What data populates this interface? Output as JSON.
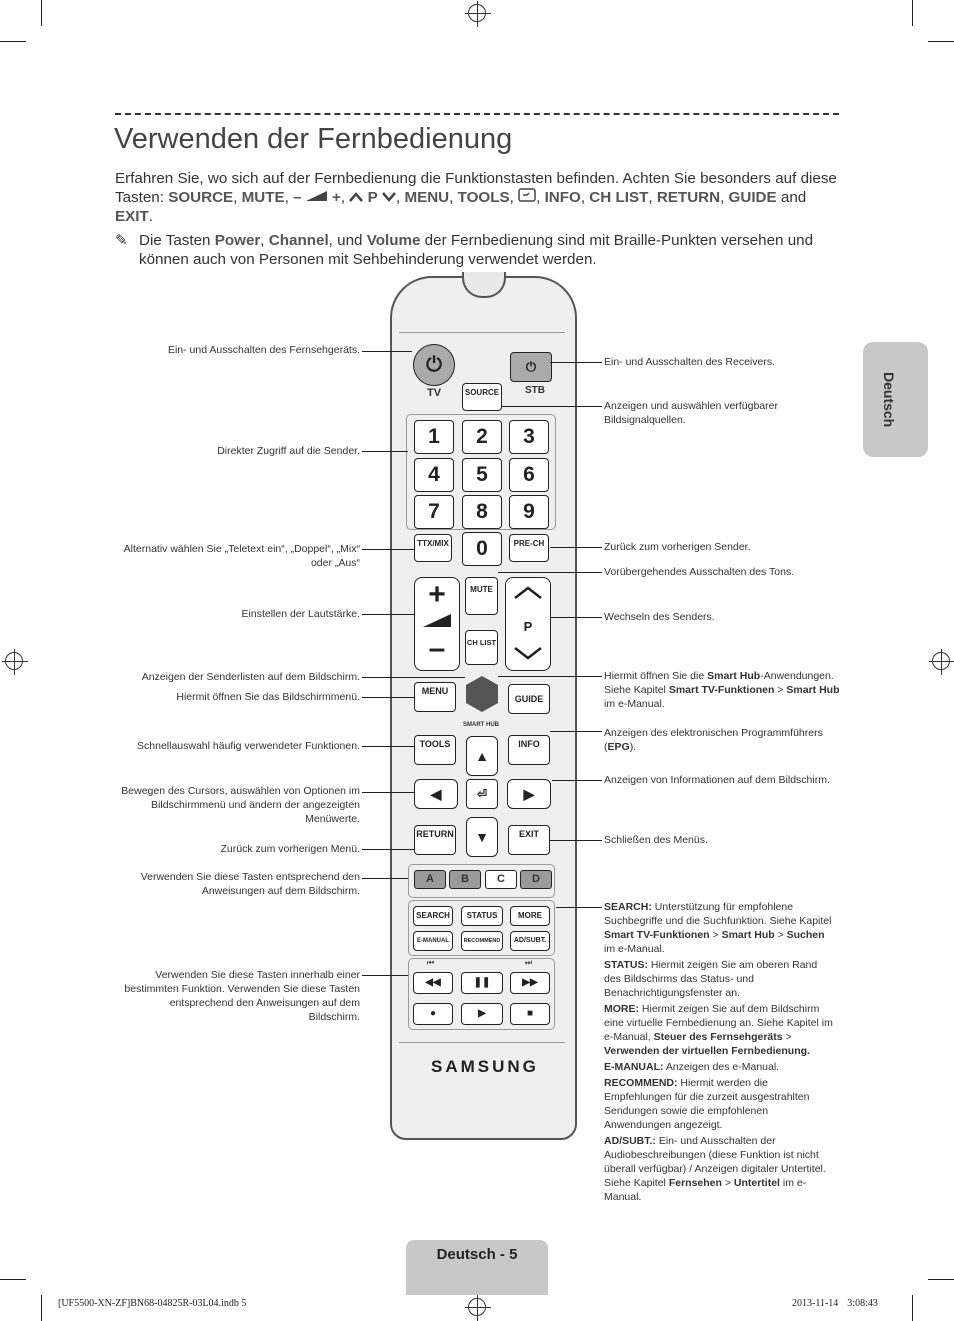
{
  "page": {
    "title": "Verwenden der Fernbedienung",
    "intro_text": "Erfahren Sie, wo sich auf der Fernbedienung die Funktionstasten befinden. Achten Sie besonders auf diese Tasten:",
    "intro_keys": [
      "SOURCE",
      "MUTE",
      "–",
      "+",
      "P",
      "MENU",
      "TOOLS",
      "INFO",
      "CH LIST",
      "RETURN",
      "GUIDE",
      "EXIT"
    ],
    "intro_and": "and",
    "note_icon": "pencil-note-icon",
    "note_pre": "Die Tasten",
    "note_keys": [
      "Power",
      "Channel",
      "Volume"
    ],
    "note_und": "und",
    "note_post": "der Fernbedienung sind mit Braille-Punkten versehen und können auch von Personen mit Sehbehinderung verwendet werden.",
    "side_tab": "Deutsch",
    "footer_label": "Deutsch - 5",
    "footer_file": "[UF5500-XN-ZF]BN68-04825R-03L04.indb   5",
    "footer_date": "2013-11-14      3:08:43"
  },
  "remote": {
    "tv_label": "TV",
    "stb_label": "STB",
    "source": "SOURCE",
    "digits": [
      "1",
      "2",
      "3",
      "4",
      "5",
      "6",
      "7",
      "8",
      "9"
    ],
    "zero": "0",
    "ttx": "TTX/MIX",
    "prech": "PRE-CH",
    "mute": "MUTE",
    "chlist": "CH LIST",
    "p": "P",
    "menu": "MENU",
    "smarthub": "SMART HUB",
    "guide": "GUIDE",
    "tools": "TOOLS",
    "info": "INFO",
    "return": "RETURN",
    "exit": "EXIT",
    "colors": [
      "A",
      "B",
      "C",
      "D"
    ],
    "color_fills": [
      "#d9383a",
      "#4c9a3c",
      "#e7c33a",
      "#2f63b3"
    ],
    "fn": [
      "SEARCH",
      "STATUS",
      "MORE",
      "E-MANUAL",
      "RECOMMEND",
      "AD/SUBT."
    ],
    "brand": "SAMSUNG"
  },
  "labels_left": [
    "Ein- und Ausschalten des Fernsehgeräts.",
    "Direkter Zugriff auf die Sender.",
    "Alternativ wählen Sie „Teletext ein“, „Doppel“, „Mix“ oder „Aus“",
    "Einstellen der Lautstärke.",
    "Anzeigen der Senderlisten auf dem Bildschirm.",
    "Hiermit öffnen Sie das Bildschirmmenü.",
    "Schnellauswahl häufig verwendeter Funktionen.",
    "Bewegen des Cursors, auswählen von Optionen im Bildschirmmenü und ändern der angezeigten Menüwerte.",
    "Zurück zum vorherigen Menü.",
    "Verwenden Sie diese Tasten entsprechend den Anweisungen auf dem Bildschirm.",
    "Verwenden Sie diese Tasten innerhalb einer bestimmten Funktion. Verwenden Sie diese Tasten entsprechend den Anweisungen auf dem Bildschirm."
  ],
  "labels_right": {
    "power_stb": "Ein- und Ausschalten des Receivers.",
    "source": "Anzeigen und auswählen verfügbarer Bildsignalquellen.",
    "prech": "Zurück zum vorherigen Sender.",
    "mute": "Vorübergehendes Ausschalten des Tons.",
    "channel": "Wechseln des Senders.",
    "smarthub_a": "Hiermit öffnen Sie die",
    "smarthub_b": "Smart Hub",
    "smarthub_c": "-Anwendungen. Siehe Kapitel",
    "smarthub_d": "Smart TV-Funktionen",
    "smarthub_e": ">",
    "smarthub_f": "Smart Hub",
    "smarthub_g": "im e-Manual.",
    "guide_a": "Anzeigen des elektronischen Programmführers (",
    "guide_b": "EPG",
    "guide_c": ").",
    "info": "Anzeigen von Informationen auf dem Bildschirm.",
    "exit": "Schließen des Menüs.",
    "search_k": "SEARCH:",
    "search_t": "Unterstützung für empfohlene Suchbegriffe und die Suchfunktion. Siehe Kapitel",
    "search_b1": "Smart TV-Funktionen",
    "search_b2": "Smart Hub",
    "search_b3": "Suchen",
    "search_end": "im e-Manual.",
    "status_k": "STATUS:",
    "status_t": "Hiermit zeigen Sie am oberen Rand des Bildschirms das Status- und Benachrichtigungsfenster an.",
    "more_k": "MORE:",
    "more_t": "Hiermit zeigen Sie auf dem Bildschirm eine virtuelle Fernbedienung an. Siehe Kapitel im e-Manual,",
    "more_b1": "Steuer des Fernsehgeräts",
    "more_b2": "Verwenden der virtuellen Fernbedienung.",
    "emanual_k": "E-MANUAL:",
    "emanual_t": "Anzeigen des e-Manual.",
    "rec_k": "RECOMMEND:",
    "rec_t": "Hiermit werden die Empfehlungen für die zurzeit ausgestrahlten Sendungen sowie die empfohlenen Anwendungen angezeigt.",
    "ad_k": "AD/SUBT.:",
    "ad_t": "Ein- und Ausschalten der Audiobeschreibungen (diese Funktion ist nicht überall verfügbar) / Anzeigen digitaler Untertitel. Siehe Kapitel",
    "ad_b1": "Fernsehen",
    "ad_b2": "Untertitel",
    "ad_end": "im e-Manual."
  }
}
